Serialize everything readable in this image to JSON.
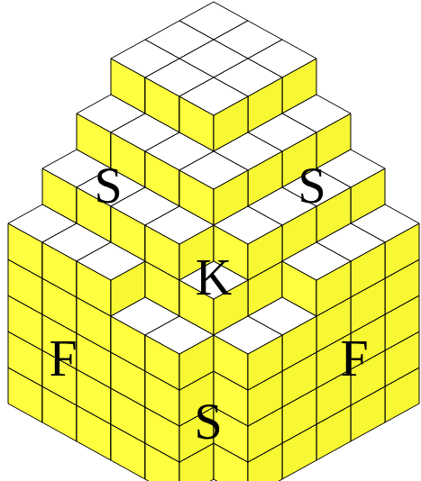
{
  "diagram": {
    "labels": [
      "S",
      "S",
      "K",
      "F",
      "F",
      "S"
    ]
  }
}
